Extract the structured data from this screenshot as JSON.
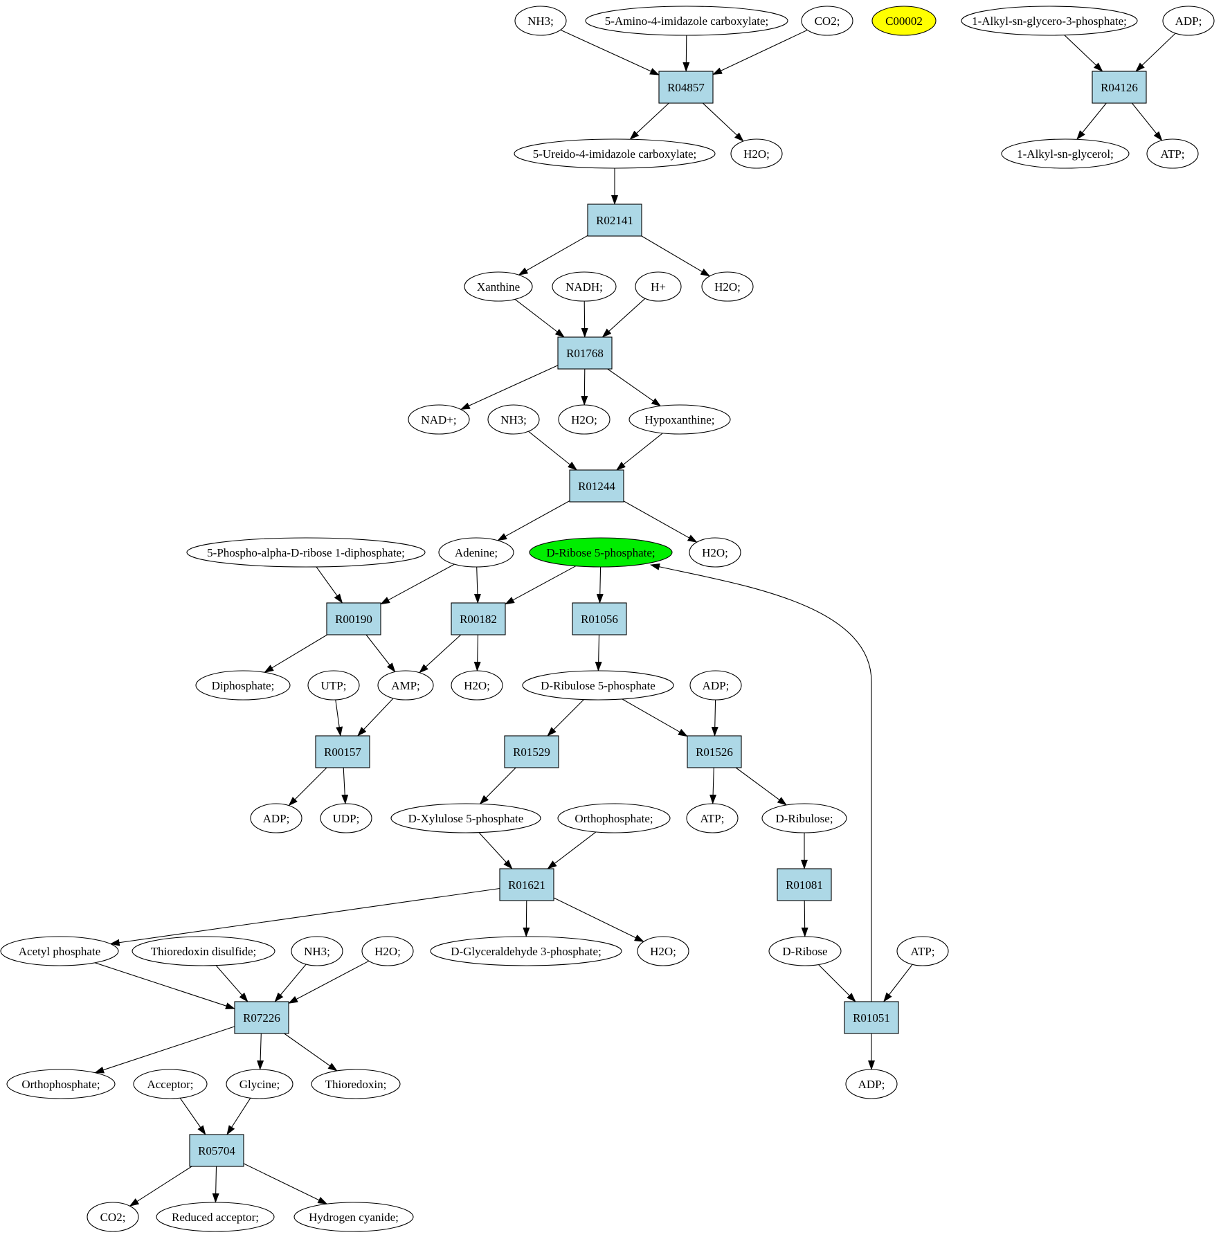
{
  "diagram": {
    "colors": {
      "reaction_fill": "#add8e6",
      "compound_fill": "#ffffff",
      "source_highlight": "#00ee00",
      "target_highlight": "#ffff00",
      "stroke": "#000000"
    },
    "nodes": [
      {
        "id": "nh3_a",
        "label": "NH3;",
        "kind": "compound"
      },
      {
        "id": "amino_imid",
        "label": "5-Amino-4-imidazole carboxylate;",
        "kind": "compound"
      },
      {
        "id": "co2_a",
        "label": "CO2;",
        "kind": "compound"
      },
      {
        "id": "c00002",
        "label": "C00002",
        "kind": "compound",
        "highlight": "target"
      },
      {
        "id": "alkyl_g3p",
        "label": "1-Alkyl-sn-glycero-3-phosphate;",
        "kind": "compound"
      },
      {
        "id": "adp_a",
        "label": "ADP;",
        "kind": "compound"
      },
      {
        "id": "R04857",
        "label": "R04857",
        "kind": "reaction"
      },
      {
        "id": "R04126",
        "label": "R04126",
        "kind": "reaction"
      },
      {
        "id": "ureido_imid",
        "label": "5-Ureido-4-imidazole carboxylate;",
        "kind": "compound"
      },
      {
        "id": "h2o_a",
        "label": "H2O;",
        "kind": "compound"
      },
      {
        "id": "alkyl_glycerol",
        "label": "1-Alkyl-sn-glycerol;",
        "kind": "compound"
      },
      {
        "id": "atp_a",
        "label": "ATP;",
        "kind": "compound"
      },
      {
        "id": "R02141",
        "label": "R02141",
        "kind": "reaction"
      },
      {
        "id": "xanthine",
        "label": "Xanthine",
        "kind": "compound"
      },
      {
        "id": "nadh",
        "label": "NADH;",
        "kind": "compound"
      },
      {
        "id": "hplus",
        "label": "H+",
        "kind": "compound"
      },
      {
        "id": "h2o_b",
        "label": "H2O;",
        "kind": "compound"
      },
      {
        "id": "R01768",
        "label": "R01768",
        "kind": "reaction"
      },
      {
        "id": "nadplus",
        "label": "NAD+;",
        "kind": "compound"
      },
      {
        "id": "nh3_b",
        "label": "NH3;",
        "kind": "compound"
      },
      {
        "id": "h2o_c",
        "label": "H2O;",
        "kind": "compound"
      },
      {
        "id": "hypoxanthine",
        "label": "Hypoxanthine;",
        "kind": "compound"
      },
      {
        "id": "R01244",
        "label": "R01244",
        "kind": "reaction"
      },
      {
        "id": "prpp",
        "label": "5-Phospho-alpha-D-ribose 1-diphosphate;",
        "kind": "compound"
      },
      {
        "id": "adenine",
        "label": "Adenine;",
        "kind": "compound"
      },
      {
        "id": "ribose5p",
        "label": "D-Ribose 5-phosphate;",
        "kind": "compound",
        "highlight": "source"
      },
      {
        "id": "h2o_d",
        "label": "H2O;",
        "kind": "compound"
      },
      {
        "id": "R00190",
        "label": "R00190",
        "kind": "reaction"
      },
      {
        "id": "R00182",
        "label": "R00182",
        "kind": "reaction"
      },
      {
        "id": "R01056",
        "label": "R01056",
        "kind": "reaction"
      },
      {
        "id": "diphosphate",
        "label": "Diphosphate;",
        "kind": "compound"
      },
      {
        "id": "utp",
        "label": "UTP;",
        "kind": "compound"
      },
      {
        "id": "amp",
        "label": "AMP;",
        "kind": "compound"
      },
      {
        "id": "h2o_e",
        "label": "H2O;",
        "kind": "compound"
      },
      {
        "id": "ribulose5p",
        "label": "D-Ribulose 5-phosphate",
        "kind": "compound"
      },
      {
        "id": "adp_b",
        "label": "ADP;",
        "kind": "compound"
      },
      {
        "id": "R00157",
        "label": "R00157",
        "kind": "reaction"
      },
      {
        "id": "R01529",
        "label": "R01529",
        "kind": "reaction"
      },
      {
        "id": "R01526",
        "label": "R01526",
        "kind": "reaction"
      },
      {
        "id": "adp_c",
        "label": "ADP;",
        "kind": "compound"
      },
      {
        "id": "udp",
        "label": "UDP;",
        "kind": "compound"
      },
      {
        "id": "xylulose5p",
        "label": "D-Xylulose 5-phosphate",
        "kind": "compound"
      },
      {
        "id": "orthophosphate_a",
        "label": "Orthophosphate;",
        "kind": "compound"
      },
      {
        "id": "atp_b",
        "label": "ATP;",
        "kind": "compound"
      },
      {
        "id": "ribulose",
        "label": "D-Ribulose;",
        "kind": "compound"
      },
      {
        "id": "R01621",
        "label": "R01621",
        "kind": "reaction"
      },
      {
        "id": "R01081",
        "label": "R01081",
        "kind": "reaction"
      },
      {
        "id": "acetyl_phosphate",
        "label": "Acetyl phosphate",
        "kind": "compound"
      },
      {
        "id": "thioredoxin_disulfide",
        "label": "Thioredoxin disulfide;",
        "kind": "compound"
      },
      {
        "id": "nh3_c",
        "label": "NH3;",
        "kind": "compound"
      },
      {
        "id": "h2o_f",
        "label": "H2O;",
        "kind": "compound"
      },
      {
        "id": "g3p",
        "label": "D-Glyceraldehyde 3-phosphate;",
        "kind": "compound"
      },
      {
        "id": "h2o_g",
        "label": "H2O;",
        "kind": "compound"
      },
      {
        "id": "d_ribose",
        "label": "D-Ribose",
        "kind": "compound"
      },
      {
        "id": "atp_c",
        "label": "ATP;",
        "kind": "compound"
      },
      {
        "id": "R07226",
        "label": "R07226",
        "kind": "reaction"
      },
      {
        "id": "R01051",
        "label": "R01051",
        "kind": "reaction"
      },
      {
        "id": "orthophosphate_b",
        "label": "Orthophosphate;",
        "kind": "compound"
      },
      {
        "id": "acceptor",
        "label": "Acceptor;",
        "kind": "compound"
      },
      {
        "id": "glycine",
        "label": "Glycine;",
        "kind": "compound"
      },
      {
        "id": "thioredoxin",
        "label": "Thioredoxin;",
        "kind": "compound"
      },
      {
        "id": "adp_d",
        "label": "ADP;",
        "kind": "compound"
      },
      {
        "id": "R05704",
        "label": "R05704",
        "kind": "reaction"
      },
      {
        "id": "co2_b",
        "label": "CO2;",
        "kind": "compound"
      },
      {
        "id": "reduced_acceptor",
        "label": "Reduced acceptor;",
        "kind": "compound"
      },
      {
        "id": "hcn",
        "label": "Hydrogen cyanide;",
        "kind": "compound"
      }
    ],
    "edges": [
      [
        "nh3_a",
        "R04857"
      ],
      [
        "amino_imid",
        "R04857"
      ],
      [
        "co2_a",
        "R04857"
      ],
      [
        "R04857",
        "ureido_imid"
      ],
      [
        "R04857",
        "h2o_a"
      ],
      [
        "alkyl_g3p",
        "R04126"
      ],
      [
        "adp_a",
        "R04126"
      ],
      [
        "R04126",
        "alkyl_glycerol"
      ],
      [
        "R04126",
        "atp_a"
      ],
      [
        "ureido_imid",
        "R02141"
      ],
      [
        "R02141",
        "xanthine"
      ],
      [
        "R02141",
        "h2o_b"
      ],
      [
        "xanthine",
        "R01768"
      ],
      [
        "nadh",
        "R01768"
      ],
      [
        "hplus",
        "R01768"
      ],
      [
        "R01768",
        "nadplus"
      ],
      [
        "R01768",
        "h2o_c"
      ],
      [
        "R01768",
        "hypoxanthine"
      ],
      [
        "nh3_b",
        "R01244"
      ],
      [
        "hypoxanthine",
        "R01244"
      ],
      [
        "R01244",
        "adenine"
      ],
      [
        "R01244",
        "h2o_d"
      ],
      [
        "prpp",
        "R00190"
      ],
      [
        "adenine",
        "R00190"
      ],
      [
        "adenine",
        "R00182"
      ],
      [
        "ribose5p",
        "R00182"
      ],
      [
        "ribose5p",
        "R01056"
      ],
      [
        "R00190",
        "diphosphate"
      ],
      [
        "R00190",
        "amp"
      ],
      [
        "R00182",
        "amp"
      ],
      [
        "R00182",
        "h2o_e"
      ],
      [
        "R01056",
        "ribulose5p"
      ],
      [
        "utp",
        "R00157"
      ],
      [
        "amp",
        "R00157"
      ],
      [
        "R00157",
        "adp_c"
      ],
      [
        "R00157",
        "udp"
      ],
      [
        "ribulose5p",
        "R01529"
      ],
      [
        "ribulose5p",
        "R01526"
      ],
      [
        "adp_b",
        "R01526"
      ],
      [
        "R01529",
        "xylulose5p"
      ],
      [
        "R01526",
        "atp_b"
      ],
      [
        "R01526",
        "ribulose"
      ],
      [
        "xylulose5p",
        "R01621"
      ],
      [
        "orthophosphate_a",
        "R01621"
      ],
      [
        "R01621",
        "acetyl_phosphate"
      ],
      [
        "R01621",
        "g3p"
      ],
      [
        "R01621",
        "h2o_g"
      ],
      [
        "ribulose",
        "R01081"
      ],
      [
        "R01081",
        "d_ribose"
      ],
      [
        "acetyl_phosphate",
        "R07226"
      ],
      [
        "thioredoxin_disulfide",
        "R07226"
      ],
      [
        "nh3_c",
        "R07226"
      ],
      [
        "h2o_f",
        "R07226"
      ],
      [
        "d_ribose",
        "R01051"
      ],
      [
        "atp_c",
        "R01051"
      ],
      [
        "R01051",
        "adp_d"
      ],
      [
        "R01051",
        "ribose5p"
      ],
      [
        "R07226",
        "orthophosphate_b"
      ],
      [
        "R07226",
        "glycine"
      ],
      [
        "R07226",
        "thioredoxin"
      ],
      [
        "acceptor",
        "R05704"
      ],
      [
        "glycine",
        "R05704"
      ],
      [
        "R05704",
        "co2_b"
      ],
      [
        "R05704",
        "reduced_acceptor"
      ],
      [
        "R05704",
        "hcn"
      ]
    ]
  }
}
